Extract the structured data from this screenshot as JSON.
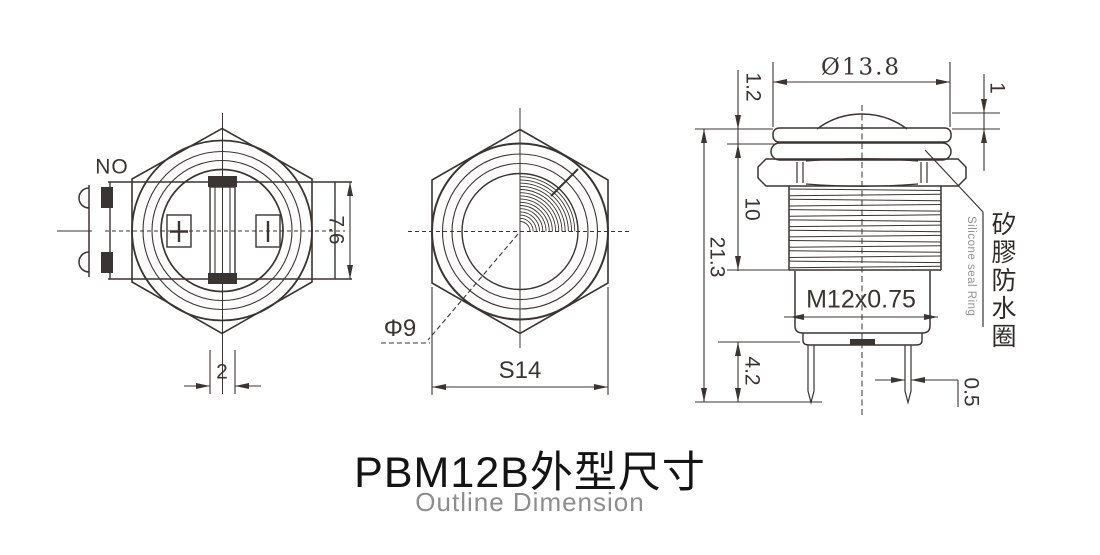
{
  "title": {
    "zh": "PBM12B外型尺寸",
    "en": "Outline Dimension"
  },
  "views": {
    "bottom": {
      "no_label": "NO",
      "height": "7.6",
      "slot_width": "2"
    },
    "front": {
      "hole_dia": "Φ9",
      "across_flats": "S14"
    },
    "side": {
      "cap_dia": "Ø13.8",
      "cap_thickness": "1.2",
      "dome_height": "1",
      "thread_length": "10",
      "total_height": "21.3",
      "thread_spec": "M12x0.75",
      "pin_length": "4.2",
      "pin_dia": "0.5",
      "seal_zh": "矽膠防水圈",
      "seal_en": "Silicone seal Ring"
    }
  },
  "colors": {
    "line": "#3a3432",
    "muted": "#929292",
    "title": "#141414",
    "bg": "#ffffff"
  }
}
